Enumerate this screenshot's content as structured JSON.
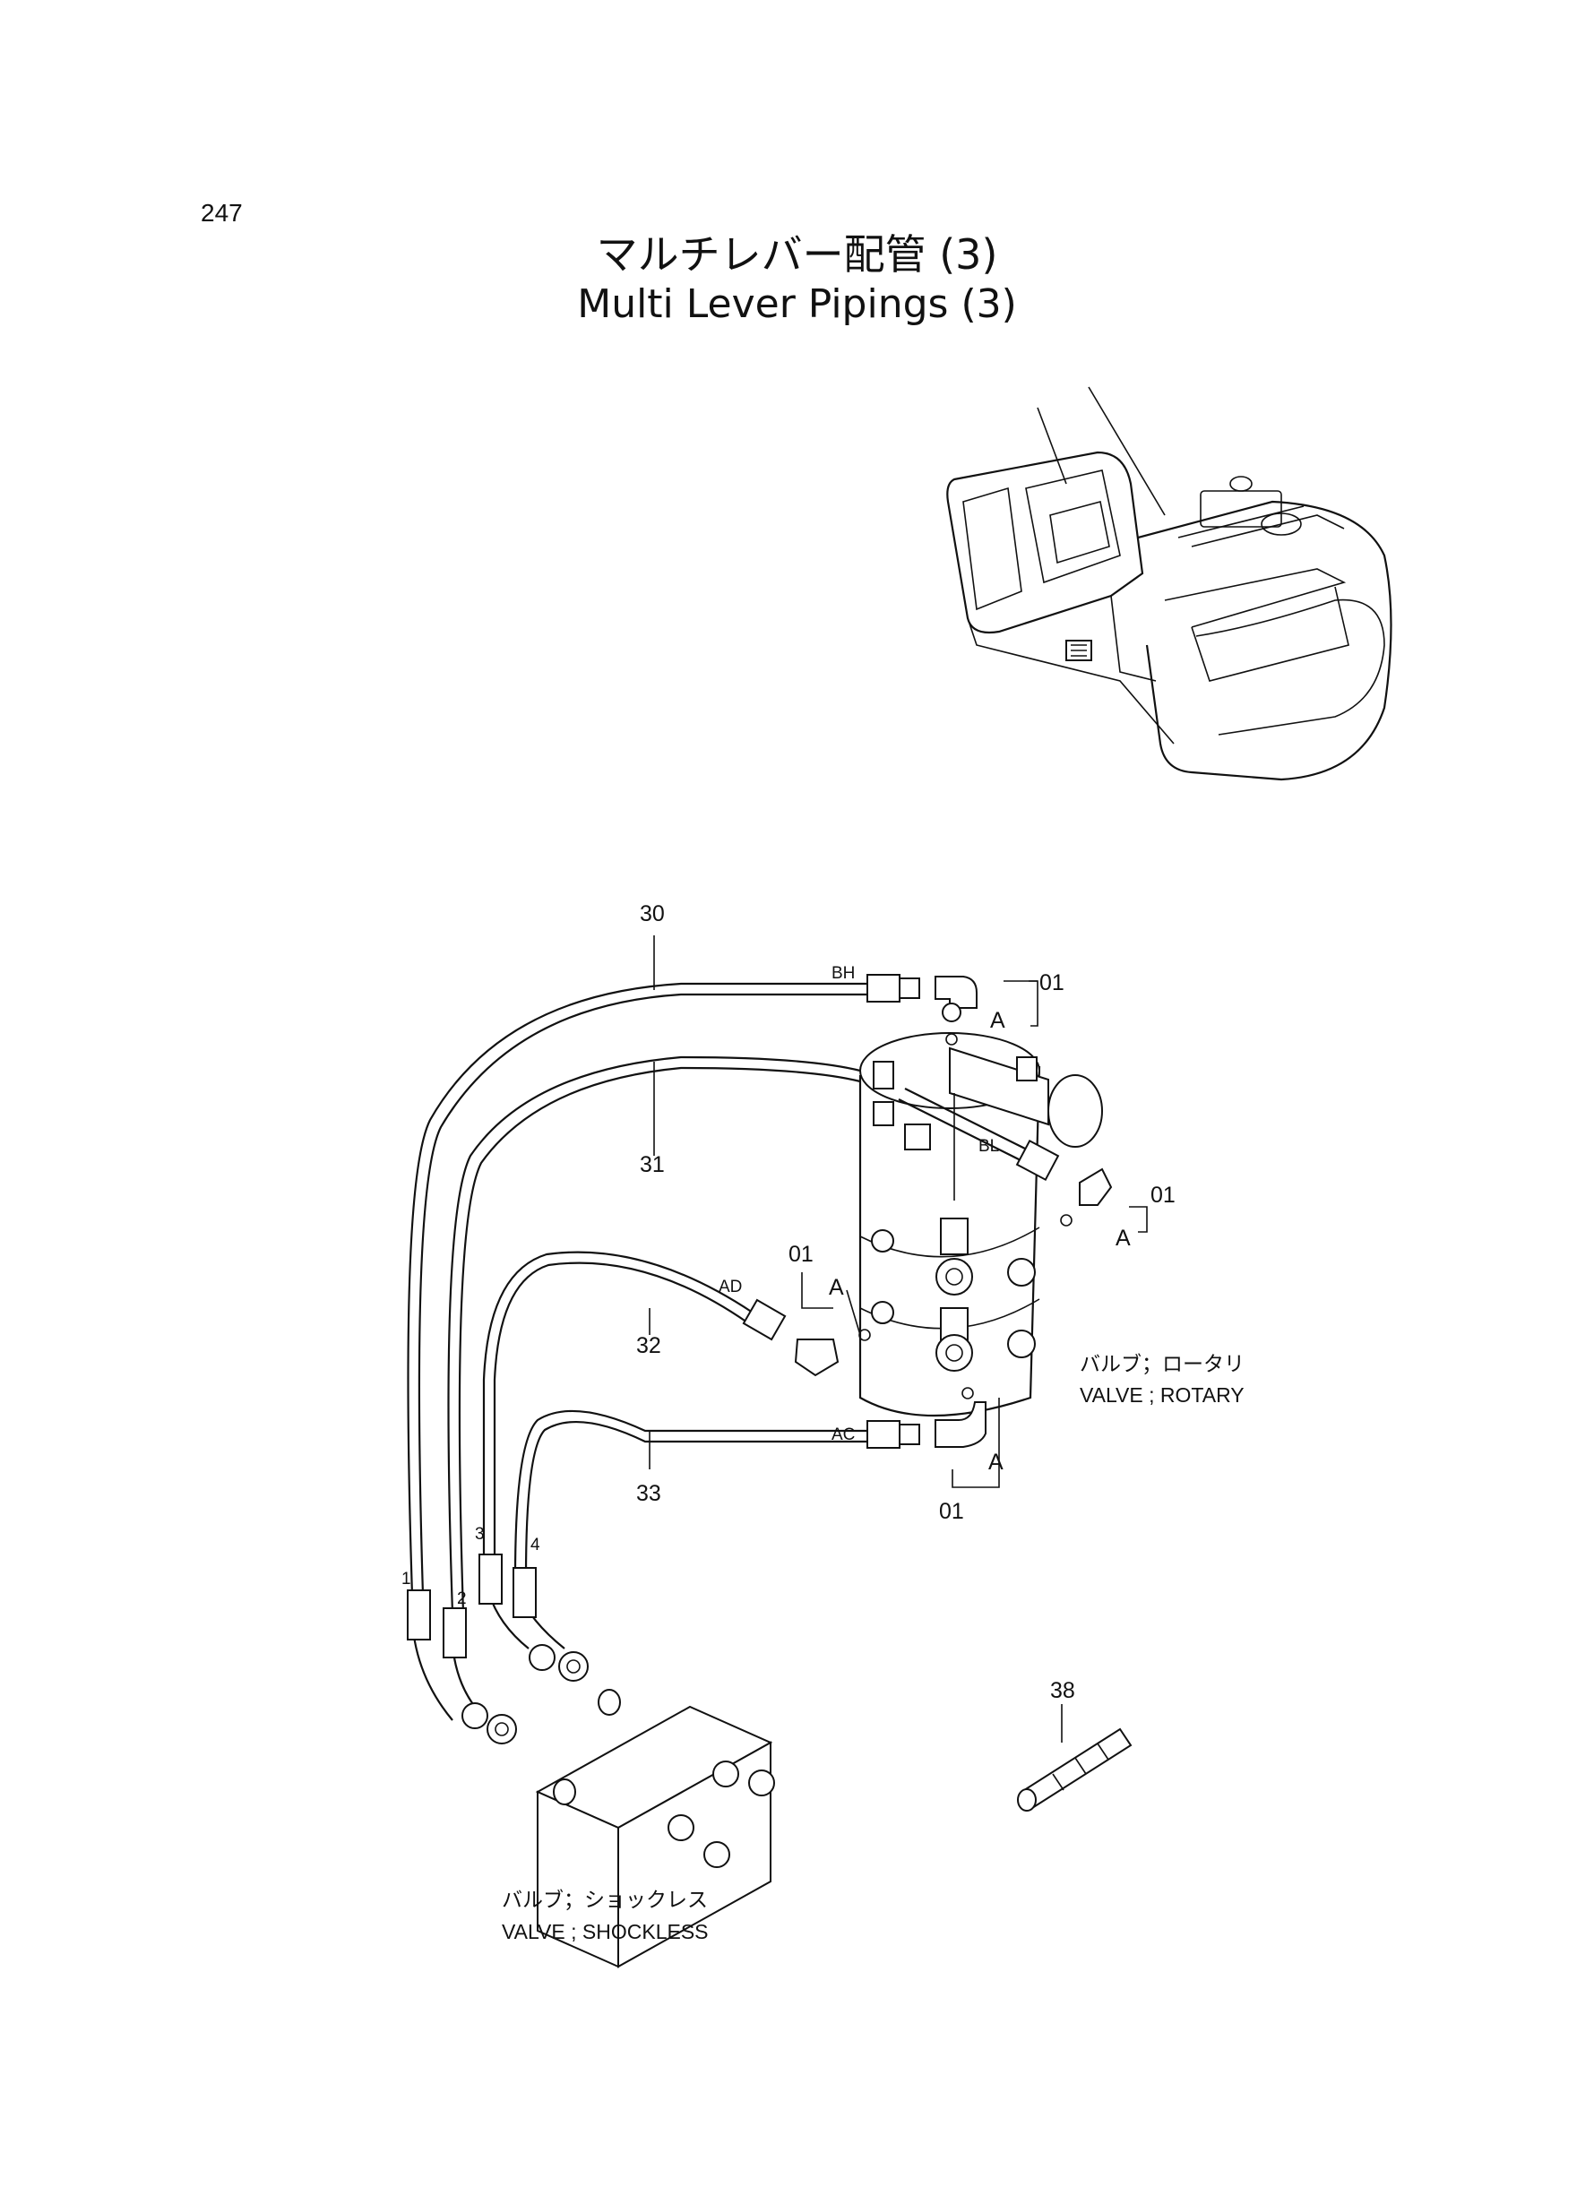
{
  "page": {
    "number": "247",
    "title_jp": "マルチレバー配管 (3)",
    "title_en": "Multi Lever Pipings (3)"
  },
  "callouts": {
    "c30": "30",
    "c31": "31",
    "c32": "32",
    "c33": "33",
    "c38": "38",
    "c01a": "01",
    "c01b": "01",
    "c01c": "01",
    "c01d": "01"
  },
  "port_labels": {
    "bh": "BH",
    "bl": "BL",
    "ad": "AD",
    "ac": "AC"
  },
  "detail_marks": {
    "a1": "A",
    "a2": "A",
    "a3": "A",
    "a4": "A"
  },
  "hose_ends": {
    "h1": "1",
    "h2": "2",
    "h3": "3",
    "h4": "4"
  },
  "captions": {
    "rotary_jp": "バルブ；ロータリ",
    "rotary_en": "VALVE ; ROTARY",
    "shockless_jp": "バルブ；ショックレス",
    "shockless_en": "VALVE ; SHOCKLESS"
  }
}
